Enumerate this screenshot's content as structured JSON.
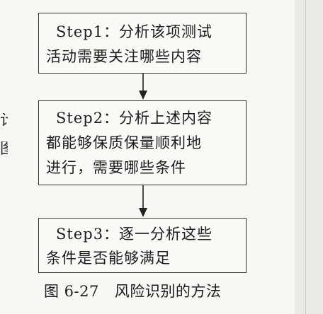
{
  "figure": {
    "steps": [
      {
        "lines": [
          "Step1：分析该项测试",
          "活动需要关注哪些内容"
        ]
      },
      {
        "lines": [
          "Step2：分析上述内容",
          "都能够保质保量顺利地",
          "进行，需要哪些条件"
        ]
      },
      {
        "lines": [
          "Step3：逐一分析这些",
          "条件是否能够满足"
        ]
      }
    ],
    "caption": {
      "number": "图 6-27",
      "title": "风险识别的方法"
    },
    "margin_fragments": [
      "计",
      "图"
    ]
  }
}
